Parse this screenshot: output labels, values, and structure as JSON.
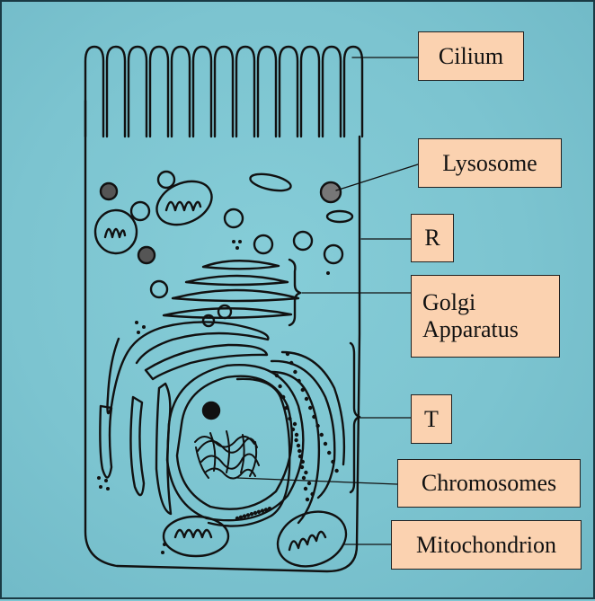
{
  "diagram": {
    "labels": {
      "cilium": "Cilium",
      "lysosome": "Lysosome",
      "r": "R",
      "golgi_line1": "Golgi",
      "golgi_line2": "Apparatus",
      "t": "T",
      "chromosomes": "Chromosomes",
      "mitochondrion": "Mitochondrion"
    },
    "colors": {
      "background": "#7ec6d2",
      "label_fill": "#fbd2b0",
      "ink": "#111111"
    }
  }
}
